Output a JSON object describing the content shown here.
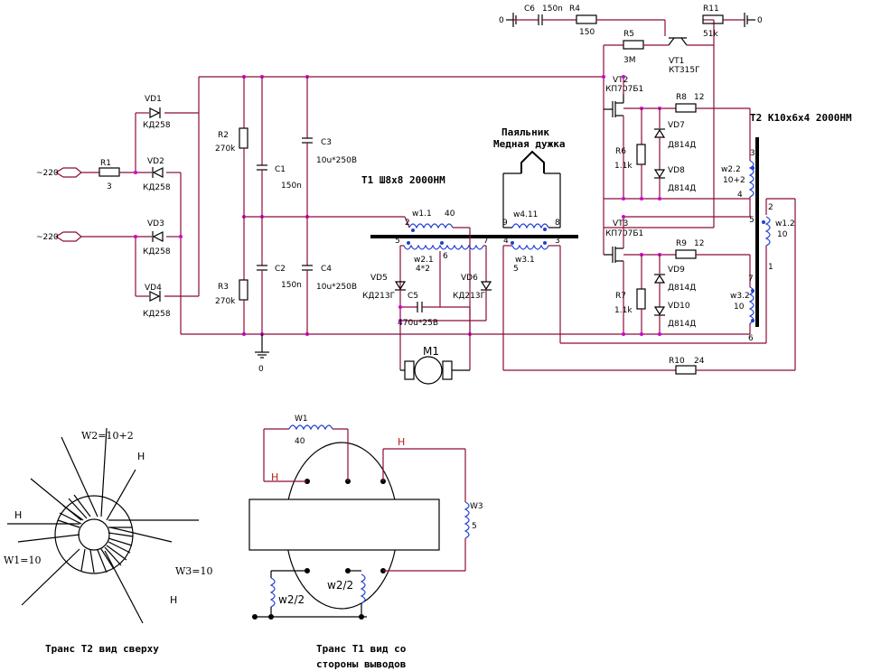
{
  "labels": {
    "ac1": "~220",
    "ac2": "~220",
    "r1": "R1",
    "r1v": "3",
    "vd1": "VD1",
    "vd1v": "КД258",
    "vd2": "VD2",
    "vd2v": "КД258",
    "vd3": "VD3",
    "vd3v": "КД258",
    "vd4": "VD4",
    "vd4v": "КД258",
    "r2": "R2",
    "r2v": "270k",
    "r3": "R3",
    "r3v": "270k",
    "c1": "C1",
    "c1v": "150n",
    "c2": "C2",
    "c2v": "150n",
    "c3": "C3",
    "c3v": "10u*250В",
    "c4": "C4",
    "c4v": "10u*250В",
    "gnd": "0",
    "c6": "C6",
    "c6v": "150n",
    "r4": "R4",
    "r4v": "150",
    "r11": "R11",
    "r11v": "51k",
    "zero_left": "0",
    "zero_right": "0",
    "r5": "R5",
    "r5v": "3M",
    "vt1": "VT1",
    "vt1v": "КТ315Г",
    "vt2": "VT2",
    "vt2v": "КП707Б1",
    "r8": "R8",
    "r8v": "12",
    "vd7": "VD7",
    "vd7v": "Д814Д",
    "r6": "R6",
    "r6v": "1.1k",
    "vd8": "VD8",
    "vd8v": "Д814Д",
    "vt3": "VT3",
    "vt3v": "КП707Б1",
    "r9": "R9",
    "r9v": "12",
    "vd9": "VD9",
    "vd9v": "Д814Д",
    "r7": "R7",
    "r7v": "1.1k",
    "vd10": "VD10",
    "vd10v": "Д814Д",
    "r10": "R10",
    "r10v": "24",
    "t1_title": "T1  Ш8x8 2000НМ",
    "t2_title": "T2  К10x6x4 2000НМ",
    "solder1": "Паяльник",
    "solder2": "Медная дужка",
    "w11": "w1.1",
    "w11v": "40",
    "w411": "w4.11",
    "w21": "w2.1",
    "w21v": "4*2",
    "w31": "w3.1",
    "w31v": "5",
    "vd5": "VD5",
    "vd5v": "КД213Г",
    "vd6": "VD6",
    "vd6v": "КД213Г",
    "c5": "C5",
    "c5v": "470u*25В",
    "m1": "M1",
    "w22": "w2.2",
    "w22v": "10+2",
    "w12": "w1.2",
    "w12v": "10",
    "w32": "w3.2",
    "w32v": "10",
    "p2": "2",
    "p9": "9",
    "p8": "8",
    "p5": "5",
    "p6": "6",
    "p7": "7",
    "p4": "4",
    "p3": "3",
    "t2p3": "3",
    "t2p4": "4",
    "t2p5": "5",
    "t2p2": "2",
    "t2p1": "1",
    "t2p7": "7",
    "t2p6": "6",
    "w2top": "W2=10+2",
    "h_a": "H",
    "h_b": "H",
    "h_c": "H",
    "w1left": "W1=10",
    "w3right": "W3=10",
    "tw1": "W1",
    "tw1v": "40",
    "th1": "H",
    "th2": "H",
    "tw3": "W3",
    "tw3v": "5",
    "tw22a": "w2/2",
    "tw22b": "w2/2",
    "cap_t2": "Транс Т2 вид сверху",
    "cap_t1a": "Транс Т1 вид со",
    "cap_t1b": "стороны выводов"
  }
}
